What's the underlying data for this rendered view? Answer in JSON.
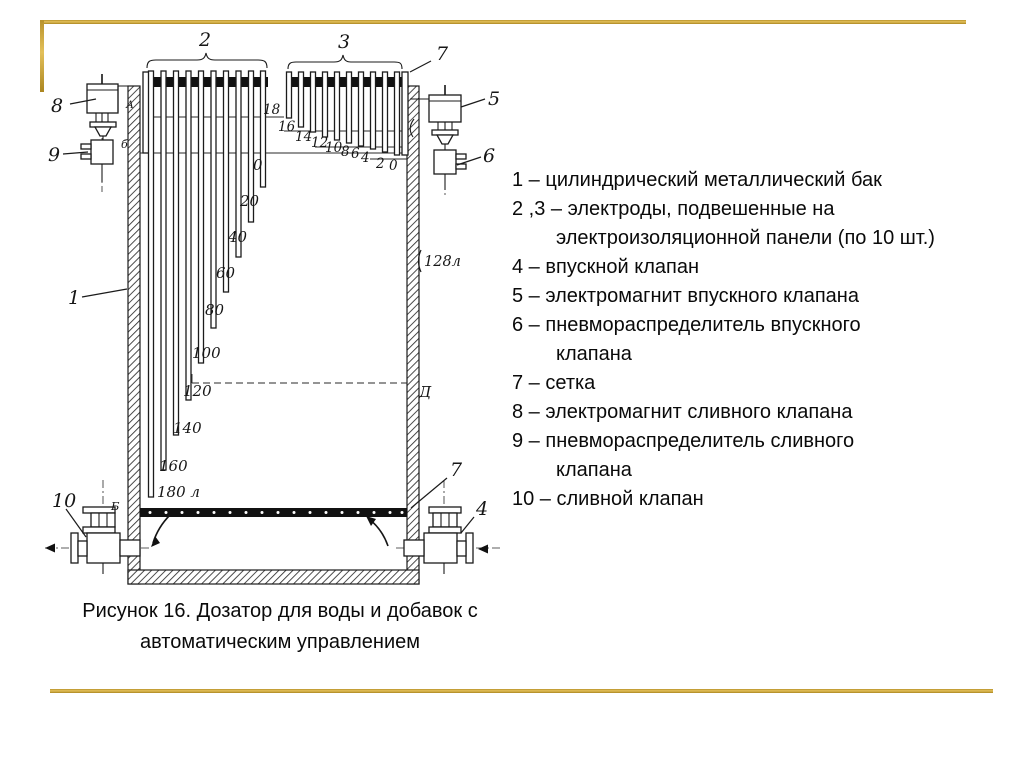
{
  "slide": {
    "accent_color": "#c9a227",
    "background": "#ffffff"
  },
  "legend": {
    "items": [
      "1 – цилиндрический металлический бак",
      "2 ,3 – электроды, подвешенные на\nэлектроизоляционной панели (по 10 шт.)",
      "4 – впускной клапан",
      "5 – электромагнит впускного клапана",
      "6 – пневмораспределитель впускного\nклапана",
      "7 – сетка",
      "8 – электромагнит сливного клапана",
      "9 – пневмораспределитель сливного\nклапана",
      "10 – сливной клапан"
    ]
  },
  "caption": {
    "text": "Рисунок 16. Дозатор для воды и добавок с\nавтоматическим управлением"
  },
  "diagram": {
    "callouts": {
      "tank": "1",
      "electrodes_left": "2",
      "electrodes_right": "3",
      "inlet_valve": "4",
      "inlet_solenoid": "5",
      "inlet_pneumo": "6",
      "mesh_top": "7",
      "mesh_bottom": "7",
      "drain_solenoid": "8",
      "drain_pneumo": "9",
      "drain_valve": "10"
    },
    "left_scale": [
      "0",
      "20",
      "40",
      "60",
      "80",
      "100",
      "120",
      "140",
      "160",
      "180 л"
    ],
    "right_scale": [
      "18",
      "16",
      "14",
      "12",
      "10",
      "8",
      "6",
      "4",
      "2",
      "0"
    ],
    "wall_volume_label": "128л",
    "point_letters": {
      "a": "А",
      "b_small": "б",
      "b": "Б",
      "d": "Д"
    }
  }
}
